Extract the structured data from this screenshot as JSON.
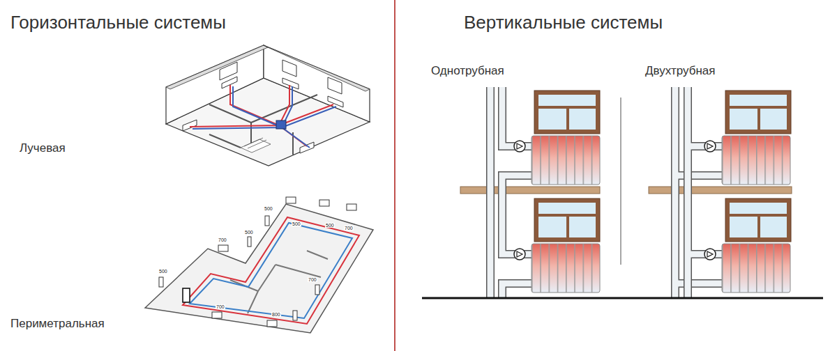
{
  "diagram": {
    "labels": [
      "Горизонтальные системы",
      "Вертикальные системы",
      "Однотрубная",
      "Двухтрубная",
      "Лучевая",
      "Периметральная",
      "500",
      "500",
      "500",
      "700",
      "500",
      "700",
      "500",
      "700",
      "700",
      "800"
    ]
  }
}
